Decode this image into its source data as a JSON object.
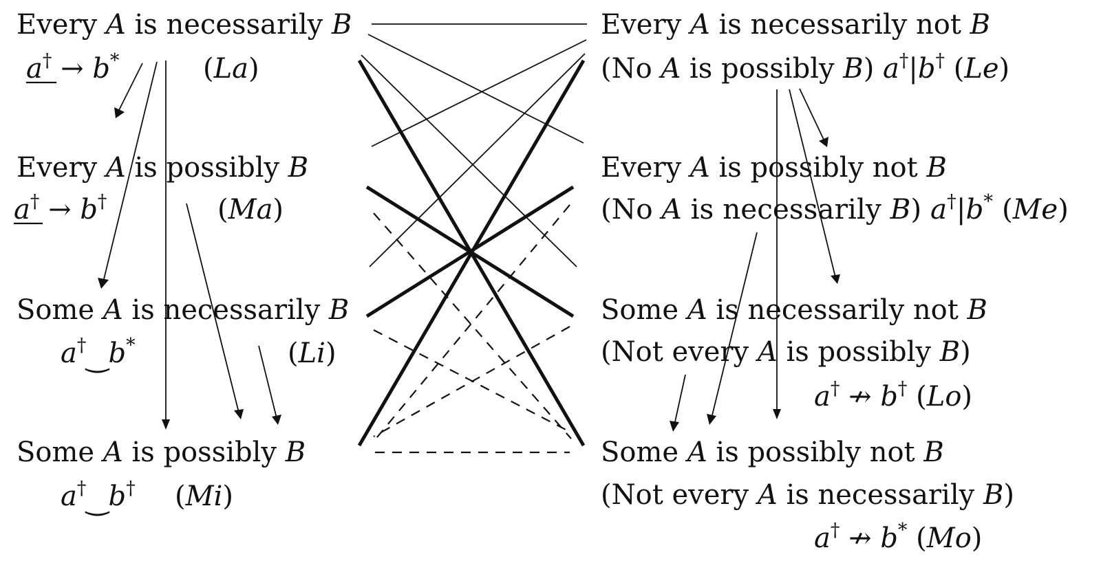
{
  "left": [
    {
      "id": "La",
      "line": [
        "Every ",
        "A",
        " is necessarily ",
        "B"
      ],
      "formula": [
        "a",
        "†",
        " → ",
        "b",
        "*"
      ],
      "underline": true,
      "code": [
        "(",
        "La",
        ")"
      ]
    },
    {
      "id": "Ma",
      "line": [
        "Every ",
        "A",
        " is possibly ",
        "B"
      ],
      "formula": [
        "a",
        "†",
        " → ",
        "b",
        "†"
      ],
      "underline": true,
      "code": [
        "(",
        "Ma",
        ")"
      ]
    },
    {
      "id": "Li",
      "line": [
        "Some ",
        "A",
        " is necessarily ",
        "B"
      ],
      "formula": [
        "a",
        "†",
        "‿",
        "b",
        "*"
      ],
      "underline": false,
      "code": [
        "(",
        "Li",
        ")"
      ]
    },
    {
      "id": "Mi",
      "line": [
        "Some ",
        "A",
        " is possibly ",
        "B"
      ],
      "formula": [
        "a",
        "†",
        "‿",
        "b",
        "†"
      ],
      "underline": false,
      "code": [
        "(",
        "Mi",
        ")"
      ]
    }
  ],
  "right": [
    {
      "id": "Le",
      "line": [
        "Every ",
        "A",
        " is necessarily not ",
        "B"
      ],
      "line2": [
        "(No ",
        "A",
        " is possibly ",
        "B",
        ") "
      ],
      "formula": [
        "a",
        "†",
        "|",
        "b",
        "†"
      ],
      "code": [
        "(",
        "Le",
        ")"
      ]
    },
    {
      "id": "Me",
      "line": [
        "Every ",
        "A",
        " is possibly not ",
        "B"
      ],
      "line2": [
        "(No ",
        "A",
        " is necessarily ",
        "B",
        ") "
      ],
      "formula": [
        "a",
        "†",
        "|",
        "b",
        "*"
      ],
      "code": [
        "(",
        "Me",
        ")"
      ]
    },
    {
      "id": "Lo",
      "line": [
        "Some ",
        "A",
        " is necessarily not ",
        "B"
      ],
      "line2": [
        "(Not every ",
        "A",
        " is possibly ",
        "B",
        ")"
      ],
      "formula": [
        "a",
        "†",
        " ↛ ",
        "b",
        "†"
      ],
      "code": [
        "(",
        "Lo",
        ")"
      ]
    },
    {
      "id": "Mo",
      "line": [
        "Some ",
        "A",
        " is possibly not ",
        "B"
      ],
      "line2": [
        "(Not every ",
        "A",
        " is necessarily ",
        "B",
        ")"
      ],
      "formula": [
        "a",
        "†",
        " ↛ ",
        "b",
        "*"
      ],
      "code": [
        "(",
        "Mo",
        ")"
      ]
    }
  ]
}
